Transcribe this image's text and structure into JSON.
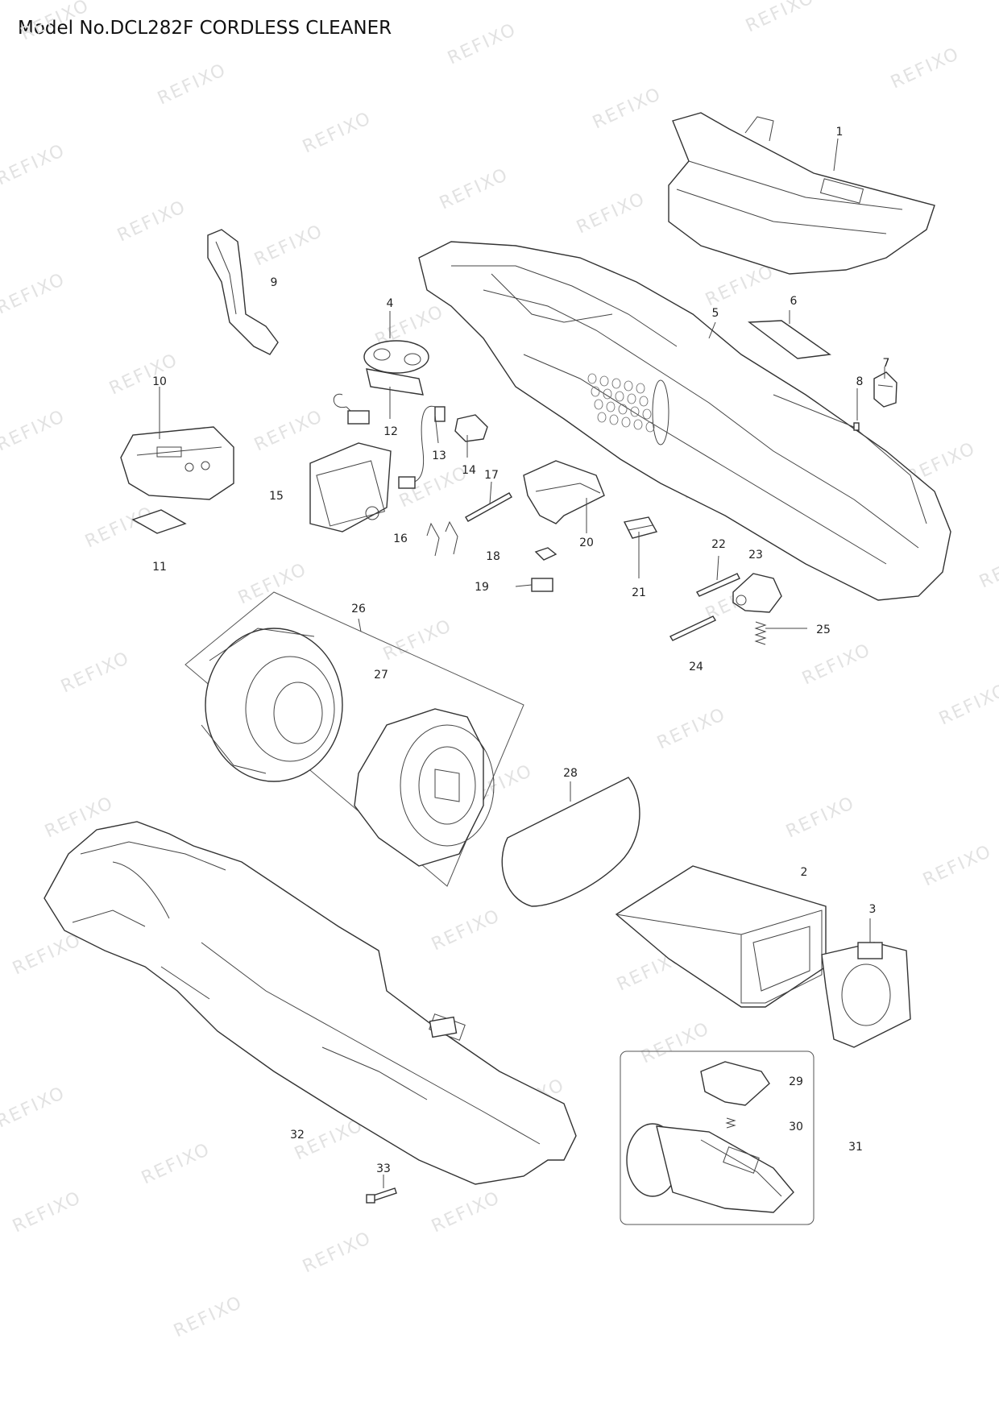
{
  "title": "Model No.DCL282F CORDLESS CLEANER",
  "watermark_text": "REFIXO",
  "callouts": [
    "1",
    "2",
    "3",
    "4",
    "5",
    "6",
    "7",
    "8",
    "9",
    "10",
    "11",
    "12",
    "13",
    "14",
    "15",
    "16",
    "17",
    "18",
    "19",
    "20",
    "21",
    "22",
    "23",
    "24",
    "25",
    "26",
    "27",
    "28",
    "29",
    "30",
    "31",
    "32",
    "33"
  ],
  "colors": {
    "line": "#333333",
    "watermark": "#e2e2e2",
    "background": "#ffffff"
  }
}
